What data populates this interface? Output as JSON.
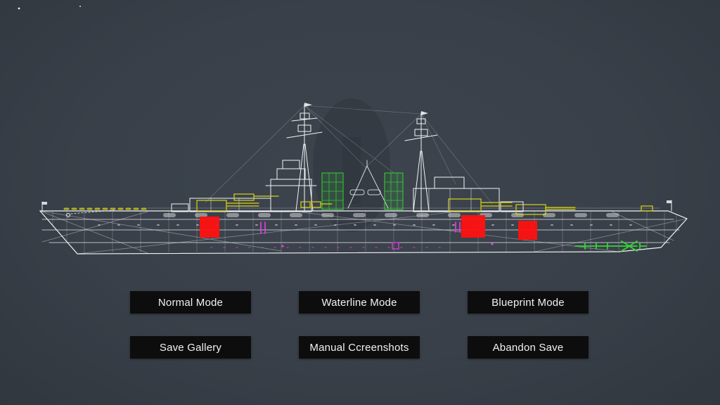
{
  "scene": {
    "description": "Blueprint wireframe side view of a dreadnought battleship",
    "colors": {
      "background": "#394049",
      "wireframe": "#f2f4f5",
      "turret": "#d8d414",
      "damage": "#ff1111",
      "funnel": "#35d435",
      "module": "#e93de9",
      "button_bg": "#0d0d0e",
      "button_text": "#f2f2f2"
    }
  },
  "buttons": [
    {
      "id": "normal-mode",
      "label": "Normal Mode"
    },
    {
      "id": "waterline-mode",
      "label": "Waterline Mode"
    },
    {
      "id": "blueprint-mode",
      "label": "Blueprint Mode"
    },
    {
      "id": "save-gallery",
      "label": "Save Gallery"
    },
    {
      "id": "manual-screenshots",
      "label": "Manual Ccreenshots"
    },
    {
      "id": "abandon-save",
      "label": "Abandon Save"
    }
  ]
}
